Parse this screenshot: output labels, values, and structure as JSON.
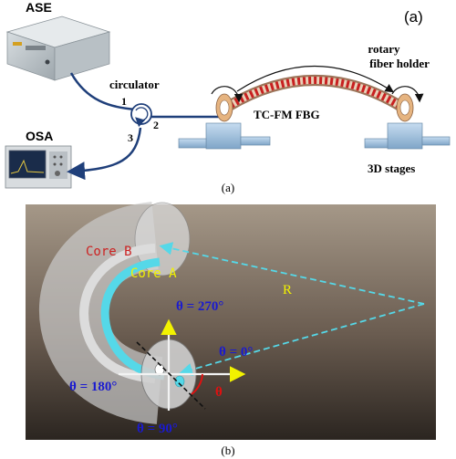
{
  "panel_a": {
    "tag": "(a)",
    "caption": "(a)",
    "ase_label": "ASE",
    "osa_label": "OSA",
    "circulator_label": "circulator",
    "port_1": "1",
    "port_2": "2",
    "port_3": "3",
    "grating_label": "TC-FM FBG",
    "holder_line1": "rotary",
    "holder_line2": "fiber holder",
    "stages_label": "3D stages"
  },
  "panel_b": {
    "caption": "(b)",
    "core_b": "Core B",
    "core_a": "Core A",
    "radius": "R",
    "angle_270": "θ = 270°",
    "angle_0": "θ = 0°",
    "angle_180": "θ = 180°",
    "angle_90": "θ = 90°",
    "theta": "θ"
  },
  "colors": {
    "fiber_line": "#1f3f7a",
    "core_a": "#f2f200",
    "core_b": "#cc2222",
    "angle_text": "#1a1ad0",
    "radius_dash": "#55d8e8",
    "theta_red": "#e01010",
    "panel_b_bg_top": "#9a8c7e",
    "panel_b_bg_bottom": "#2a2420"
  }
}
